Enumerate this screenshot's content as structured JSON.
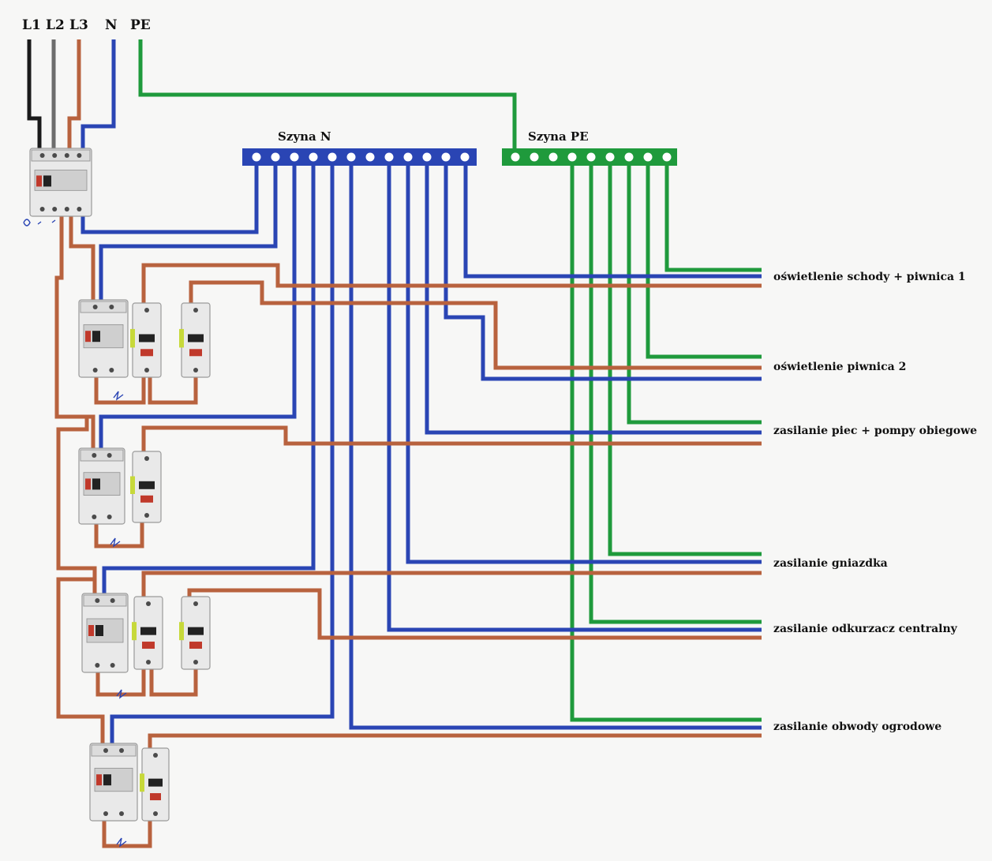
{
  "phases": [
    "L1",
    "L2",
    "L3",
    "N",
    "PE"
  ],
  "buses": {
    "neutral": "Szyna N",
    "earth": "Szyna PE"
  },
  "circuits": [
    "oświetlenie schody + piwnica 1",
    "oświetlenie piwnica 2",
    "zasilanie piec + pompy obiegowe",
    "zasilanie gniazdka",
    "zasilanie odkurzacz centralny",
    "zasilanie obwody ogrodowe"
  ],
  "colors": {
    "neutral": "#2a45b4",
    "earth": "#1f9a3c",
    "phase": "#b8623e",
    "l1": "#1a1a1a",
    "l2": "#6d6d6d"
  },
  "icons": {
    "main_switch": "residual-current-device-icon",
    "rcd": "rcd-breaker-icon",
    "mcb": "miniature-circuit-breaker-icon"
  }
}
